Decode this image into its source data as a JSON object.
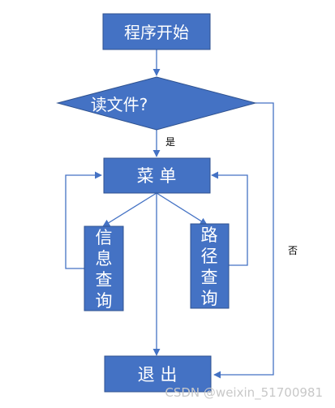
{
  "colors": {
    "node_fill": "#4472c4",
    "node_stroke": "#2f528f",
    "edge": "#4472c4",
    "node_text": "#ffffff",
    "label_text": "#000000",
    "watermark": "#c8c8c8"
  },
  "nodes": {
    "start": "程序开始",
    "decision": "读文件?",
    "menu": "菜 单",
    "info_query": [
      "信",
      "息",
      "查",
      "询"
    ],
    "path_query": [
      "路",
      "径",
      "查",
      "询"
    ],
    "exit": "退 出"
  },
  "edge_labels": {
    "yes": "是",
    "no": "否"
  },
  "watermark": "CSDN @weixin_51700981"
}
